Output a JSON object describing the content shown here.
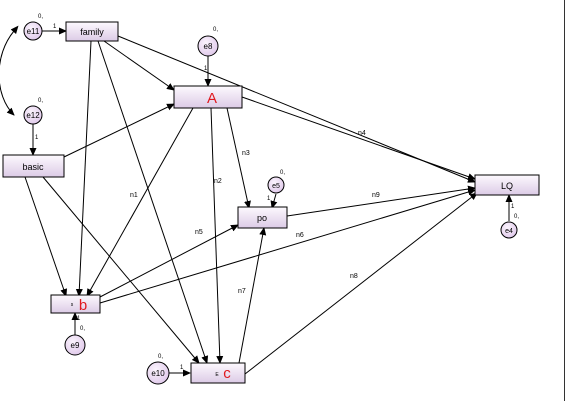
{
  "nodes": {
    "family": "family",
    "A": "A",
    "basic": "basic",
    "po": "po",
    "LQ": "LQ",
    "b_prefix": "s",
    "b": "b",
    "c_prefix": "E",
    "c": "c"
  },
  "errors": {
    "e11": {
      "label": "e11",
      "var": "0,",
      "path": "1"
    },
    "e12": {
      "label": "e12",
      "var": "0,",
      "path": "1"
    },
    "e8": {
      "label": "e8",
      "var": "0,",
      "path": "1"
    },
    "e5": {
      "label": "e5",
      "var": "0,",
      "path": "1"
    },
    "e4": {
      "label": "e4",
      "var": "0,",
      "path": "1"
    },
    "e9": {
      "label": "e9",
      "var": "0,",
      "path": "1"
    },
    "e10": {
      "label": "e10",
      "var": "0,",
      "path": "1"
    }
  },
  "paths": {
    "n1": "n1",
    "n2": "n2",
    "n3": "n3",
    "n4": "n4",
    "n5": "n5",
    "n6": "n6",
    "n7": "n7",
    "n8": "n8",
    "n9": "n9"
  },
  "colors": {
    "box_fill_light": "#fbf5fd",
    "box_fill_dark": "#d6c4e0",
    "line": "#000000",
    "accent_text": "#e0191f"
  }
}
